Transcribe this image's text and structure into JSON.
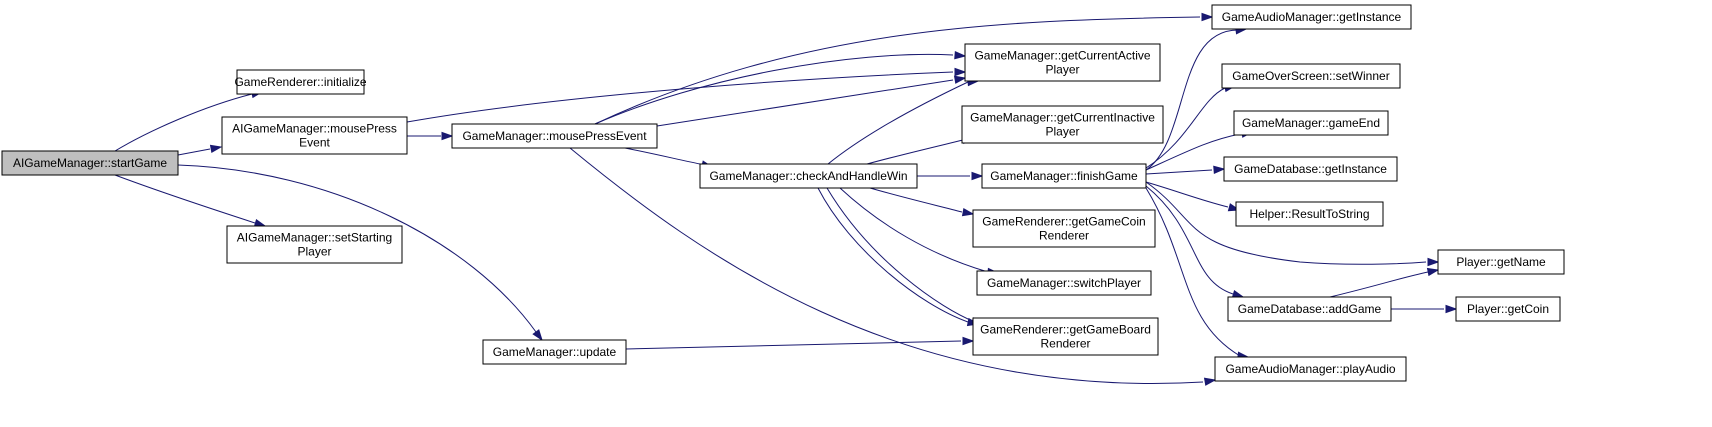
{
  "graph": {
    "edge_color": "#191970",
    "root_fill": "#bfbfbf",
    "nodes": [
      {
        "id": "start",
        "lines": [
          "AIGameManager::startGame"
        ],
        "root": true
      },
      {
        "id": "gr_init",
        "lines": [
          "GameRenderer::initialize"
        ]
      },
      {
        "id": "ai_mouse",
        "lines": [
          "AIGameManager::mousePress",
          "Event"
        ]
      },
      {
        "id": "ai_setstart",
        "lines": [
          "AIGameManager::setStarting",
          "Player"
        ]
      },
      {
        "id": "gm_update",
        "lines": [
          "GameManager::update"
        ]
      },
      {
        "id": "gm_mouse",
        "lines": [
          "GameManager::mousePressEvent"
        ]
      },
      {
        "id": "gm_check",
        "lines": [
          "GameManager::checkAndHandleWin"
        ]
      },
      {
        "id": "gm_curact",
        "lines": [
          "GameManager::getCurrentActive",
          "Player"
        ]
      },
      {
        "id": "gm_curinact",
        "lines": [
          "GameManager::getCurrentInactive",
          "Player"
        ]
      },
      {
        "id": "gm_finish",
        "lines": [
          "GameManager::finishGame"
        ]
      },
      {
        "id": "gr_coin",
        "lines": [
          "GameRenderer::getGameCoin",
          "Renderer"
        ]
      },
      {
        "id": "gm_switch",
        "lines": [
          "GameManager::switchPlayer"
        ]
      },
      {
        "id": "gr_board",
        "lines": [
          "GameRenderer::getGameBoard",
          "Renderer"
        ]
      },
      {
        "id": "gam_inst",
        "lines": [
          "GameAudioManager::getInstance"
        ]
      },
      {
        "id": "gos_winner",
        "lines": [
          "GameOverScreen::setWinner"
        ]
      },
      {
        "id": "gm_gameend",
        "lines": [
          "GameManager::gameEnd"
        ]
      },
      {
        "id": "gdb_inst",
        "lines": [
          "GameDatabase::getInstance"
        ]
      },
      {
        "id": "helper_rts",
        "lines": [
          "Helper::ResultToString"
        ]
      },
      {
        "id": "player_name",
        "lines": [
          "Player::getName"
        ]
      },
      {
        "id": "gdb_add",
        "lines": [
          "GameDatabase::addGame"
        ]
      },
      {
        "id": "player_coin",
        "lines": [
          "Player::getCoin"
        ]
      },
      {
        "id": "gam_play",
        "lines": [
          "GameAudioManager::playAudio"
        ]
      }
    ],
    "edges": [
      [
        "start",
        "gr_init"
      ],
      [
        "start",
        "ai_mouse"
      ],
      [
        "start",
        "ai_setstart"
      ],
      [
        "start",
        "gm_update"
      ],
      [
        "ai_mouse",
        "gm_mouse"
      ],
      [
        "ai_mouse",
        "gm_curact"
      ],
      [
        "gm_mouse",
        "gm_check"
      ],
      [
        "gm_mouse",
        "gm_curact"
      ],
      [
        "gm_mouse",
        "gam_inst"
      ],
      [
        "gm_mouse",
        "gam_play"
      ],
      [
        "gm_update",
        "gr_board"
      ],
      [
        "gm_check",
        "gm_curact"
      ],
      [
        "gm_check",
        "gm_curinact"
      ],
      [
        "gm_check",
        "gm_finish"
      ],
      [
        "gm_check",
        "gr_coin"
      ],
      [
        "gm_check",
        "gm_switch"
      ],
      [
        "gm_check",
        "gr_board"
      ],
      [
        "gm_finish",
        "gam_inst"
      ],
      [
        "gm_finish",
        "gos_winner"
      ],
      [
        "gm_finish",
        "gm_gameend"
      ],
      [
        "gm_finish",
        "gdb_inst"
      ],
      [
        "gm_finish",
        "helper_rts"
      ],
      [
        "gm_finish",
        "player_name"
      ],
      [
        "gm_finish",
        "gdb_add"
      ],
      [
        "gm_finish",
        "gam_play"
      ],
      [
        "gdb_add",
        "player_name"
      ],
      [
        "gdb_add",
        "player_coin"
      ]
    ]
  }
}
